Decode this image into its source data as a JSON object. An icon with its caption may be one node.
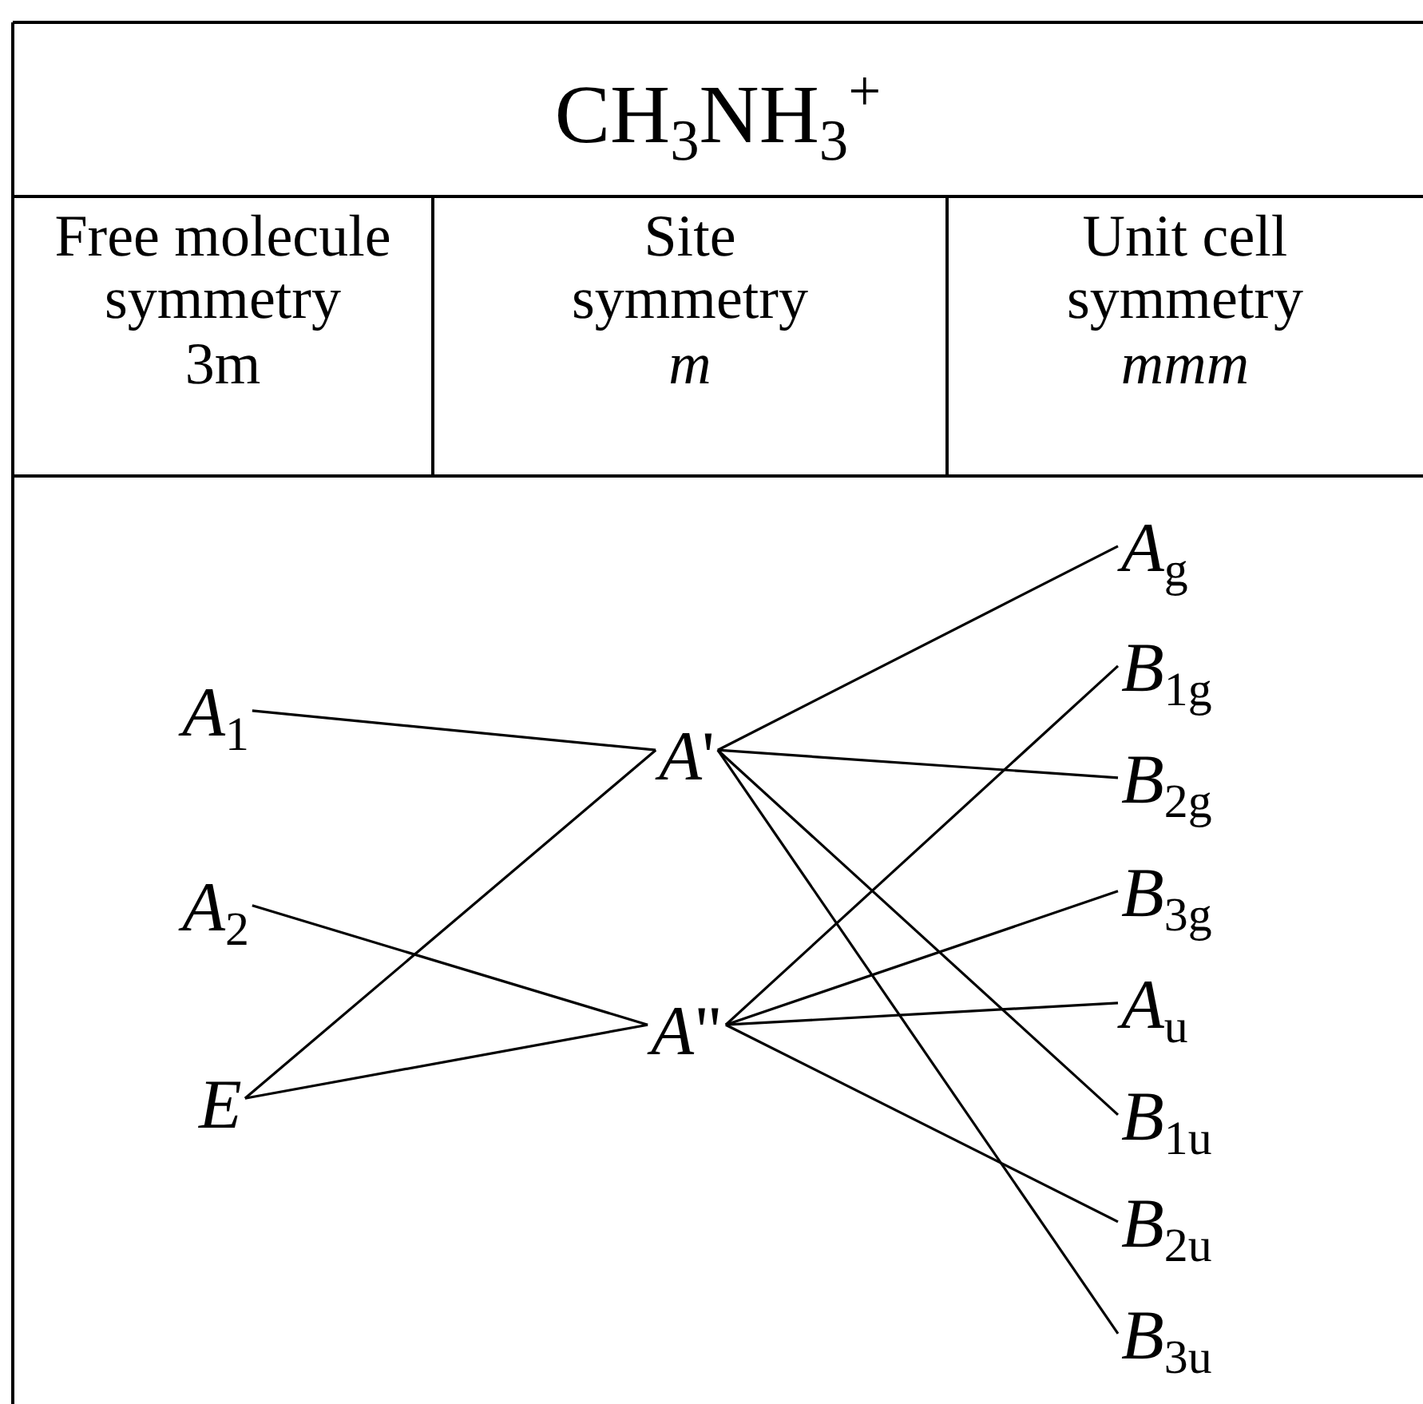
{
  "diagram": {
    "title": "CH$_{3}$NH$_{3}$$^{+}$",
    "nodes": [
      {
        "text": [
          "*A*$_{1}$"
        ]
      },
      {
        "text": [
          "*A*$_{2}$"
        ]
      },
      {
        "text": [
          "*E*"
        ]
      },
      {
        "text": [
          "*A*'"
        ]
      },
      {
        "text": [
          "*A*\""
        ]
      },
      {
        "text": [
          "*A*$_{g}$"
        ]
      },
      {
        "text": [
          "*B*$_{1g}$"
        ]
      },
      {
        "text": [
          "*B*$_{2g}$"
        ]
      },
      {
        "text": [
          "*B*$_{3g}$"
        ]
      },
      {
        "text": [
          "*A*$_{u}$"
        ]
      },
      {
        "text": [
          "*B*$_{1u}$"
        ]
      },
      {
        "text": [
          "*B*$_{2u}$"
        ]
      },
      {
        "text": [
          "*B*$_{3u}$"
        ]
      }
    ],
    "edges": [
      {
        "from": 0,
        "to": 3,
        "arrow": "none"
      },
      {
        "from": 1,
        "to": 4,
        "arrow": "none"
      },
      {
        "from": 2,
        "to": 3,
        "arrow": "none"
      },
      {
        "from": 2,
        "to": 4,
        "arrow": "none"
      },
      {
        "from": 3,
        "to": 5,
        "arrow": "none"
      },
      {
        "from": 3,
        "to": 7,
        "arrow": "none"
      },
      {
        "from": 3,
        "to": 10,
        "arrow": "none"
      },
      {
        "from": 3,
        "to": 12,
        "arrow": "none"
      },
      {
        "from": 4,
        "to": 6,
        "arrow": "none"
      },
      {
        "from": 4,
        "to": 8,
        "arrow": "none"
      },
      {
        "from": 4,
        "to": 9,
        "arrow": "none"
      },
      {
        "from": 4,
        "to": 11,
        "arrow": "none"
      }
    ],
    "labels": [
      "Free molecule symmetry",
      "3m",
      "Site symmetry",
      "*m*",
      "Unit cell symmetry",
      "*mmm*"
    ]
  }
}
